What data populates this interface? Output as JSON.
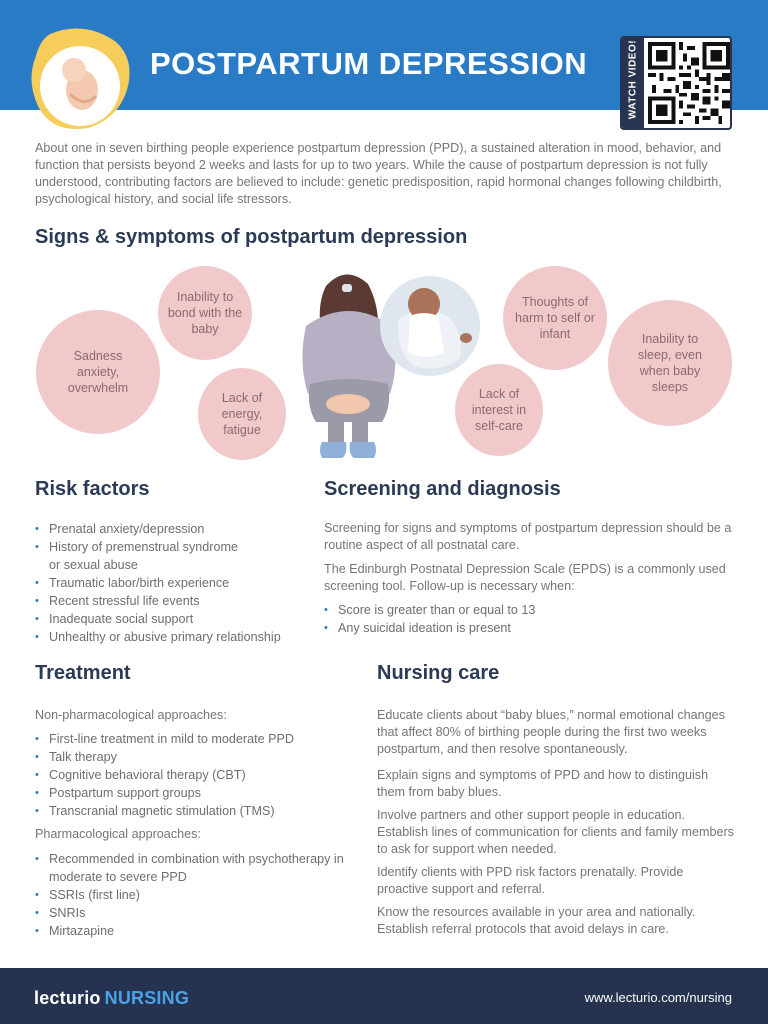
{
  "header": {
    "title": "POSTPARTUM DEPRESSION",
    "qr_label": "WATCH VIDEO!",
    "colors": {
      "header_bg": "#2a7bc6",
      "navy": "#27344f",
      "pink": "#f1c9cb",
      "logo_yellow": "#f6cd5a"
    }
  },
  "intro": "About one in seven birthing people experience postpartum depression (PPD), a sustained alteration in mood, behavior, and function that persists beyond 2 weeks and lasts for up to two years. While the cause of postpartum depression is not fully understood, contributing factors are believed to include: genetic predisposition, rapid hormonal changes following childbirth, psychological history, and social life stressors.",
  "signs": {
    "heading": "Signs & symptoms of postpartum depression",
    "circles": [
      "Sadness anxiety, overwhelm",
      "Inability to bond with the baby",
      "Lack of energy, fatigue",
      "Lack of interest in self-care",
      "Thoughts of harm to self or infant",
      "Inability to sleep, even when baby sleeps"
    ]
  },
  "risk": {
    "heading": "Risk factors",
    "items": [
      "Prenatal anxiety/depression",
      "History of premenstrual syndrome or sexual abuse",
      "Traumatic labor/birth experience",
      "Recent stressful life events",
      "Inadequate social support",
      "Unhealthy or abusive primary relationship"
    ]
  },
  "screening": {
    "heading": "Screening and diagnosis",
    "p1": "Screening for signs and symptoms of postpartum depression should be a routine aspect of all postnatal care.",
    "p2": "The Edinburgh Postnatal Depression Scale (EPDS) is a commonly used screening tool. Follow-up is necessary when:",
    "items": [
      "Score is greater than or equal to 13",
      "Any suicidal ideation is present"
    ]
  },
  "treatment": {
    "heading": "Treatment",
    "nonpharm_label": "Non-pharmacological approaches:",
    "nonpharm": [
      "First-line treatment in mild to moderate PPD",
      "Talk therapy",
      "Cognitive behavioral therapy (CBT)",
      "Postpartum support groups",
      "Transcranial magnetic stimulation (TMS)"
    ],
    "pharm_label": "Pharmacological approaches:",
    "pharm": [
      "Recommended in combination with psychotherapy in moderate to severe PPD",
      "SSRIs (first line)",
      "SNRIs",
      "Mirtazapine"
    ]
  },
  "nursing": {
    "heading": "Nursing care",
    "paragraphs": [
      "Educate clients about “baby blues,” normal emotional changes that affect 80% of birthing people during the first two weeks postpartum, and then resolve spontaneously.",
      "Explain signs and symptoms of PPD and how to distinguish them from baby blues.",
      "Involve partners and other support people in education. Establish lines of communication for clients and family members to ask for support when needed.",
      "Identify clients with PPD risk factors prenatally. Provide proactive support and referral.",
      "Know the resources available in your area and nationally. Establish referral protocols that avoid delays in care."
    ]
  },
  "footer": {
    "brand": "lecturio",
    "brand_suffix": "NURSING",
    "url": "www.lecturio.com/nursing"
  }
}
